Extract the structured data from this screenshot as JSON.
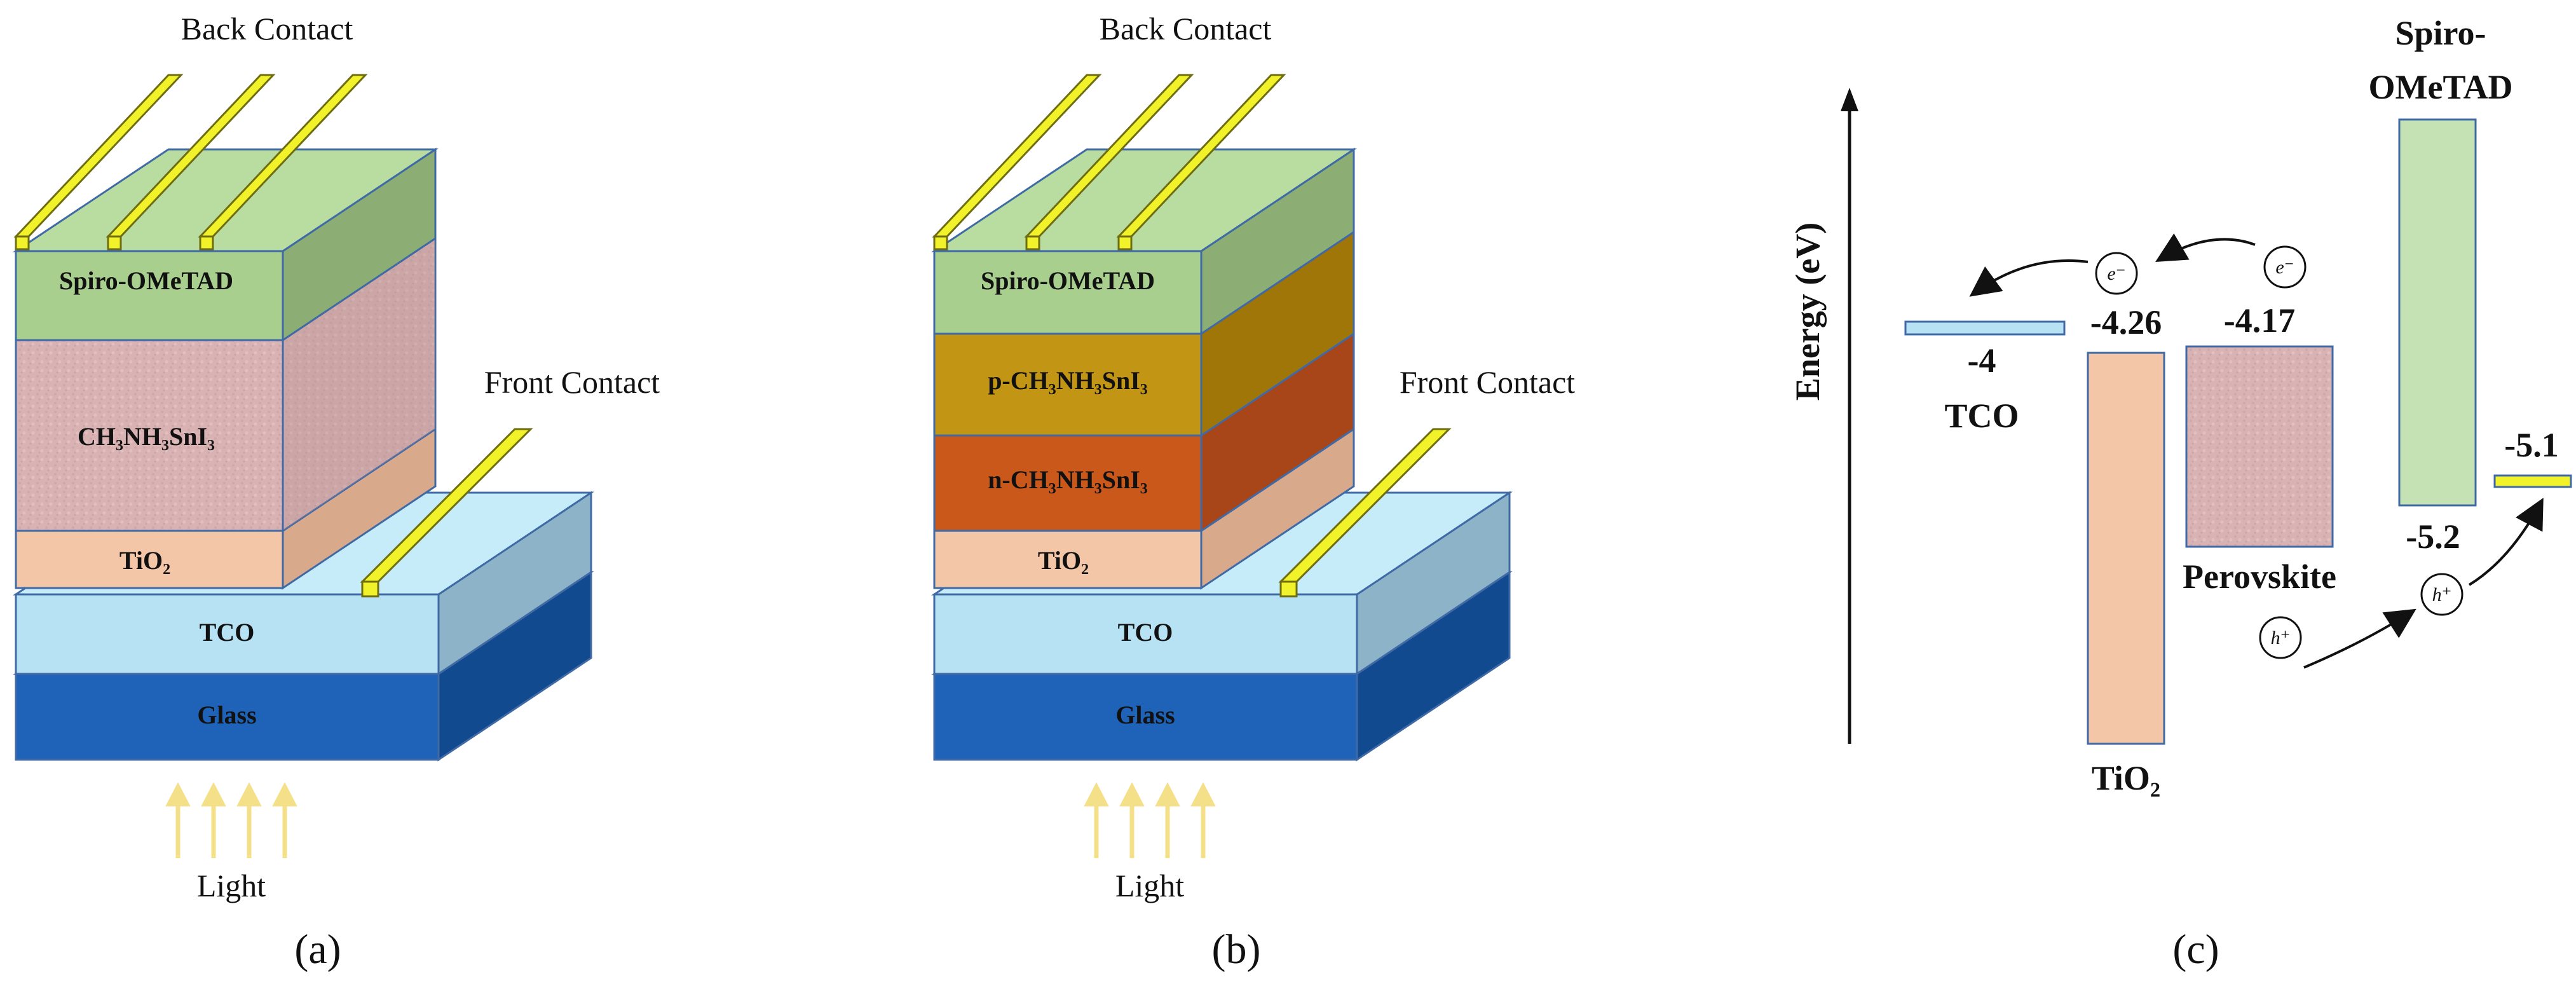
{
  "panel_a": {
    "back_contact": "Back Contact",
    "front_contact": "Front Contact",
    "light": "Light",
    "caption": "(a)",
    "layers": {
      "spiro": "Spiro-OMeTAD",
      "absorber": "CH₃NH₃SnI₃",
      "tio2": "TiO₂",
      "tco": "TCO",
      "glass": "Glass"
    }
  },
  "panel_b": {
    "back_contact": "Back Contact",
    "front_contact": "Front Contact",
    "light": "Light",
    "caption": "(b)",
    "layers": {
      "spiro": "Spiro-OMeTAD",
      "p_absorber": "p-CH₃NH₃SnI₃",
      "n_absorber": "n-CH₃NH₃SnI₃",
      "tio2": "TiO₂",
      "tco": "TCO",
      "glass": "Glass"
    }
  },
  "panel_c": {
    "caption": "(c)",
    "axis_label": "Energy (eV)",
    "tco_label": "TCO",
    "tco_value": "-4",
    "tio2_label": "TiO₂",
    "tio2_value": "-4.26",
    "perovskite_label": "Perovskite",
    "perovskite_value": "-4.17",
    "spiro_label_1": "Spiro-",
    "spiro_label_2": "OMeTAD",
    "spiro_value": "-5.2",
    "contact_value": "-5.1",
    "electron": "e⁻",
    "hole": "h⁺"
  },
  "colors": {
    "spiro": "#a9cf8e",
    "absorber": "#d8b0b0",
    "p_layer": "#b8860b",
    "n_layer": "#c9581a",
    "tio2": "#f4c6a8",
    "tco": "#b6e2f4",
    "glass": "#1f63b8",
    "contact": "#f2f22a"
  }
}
